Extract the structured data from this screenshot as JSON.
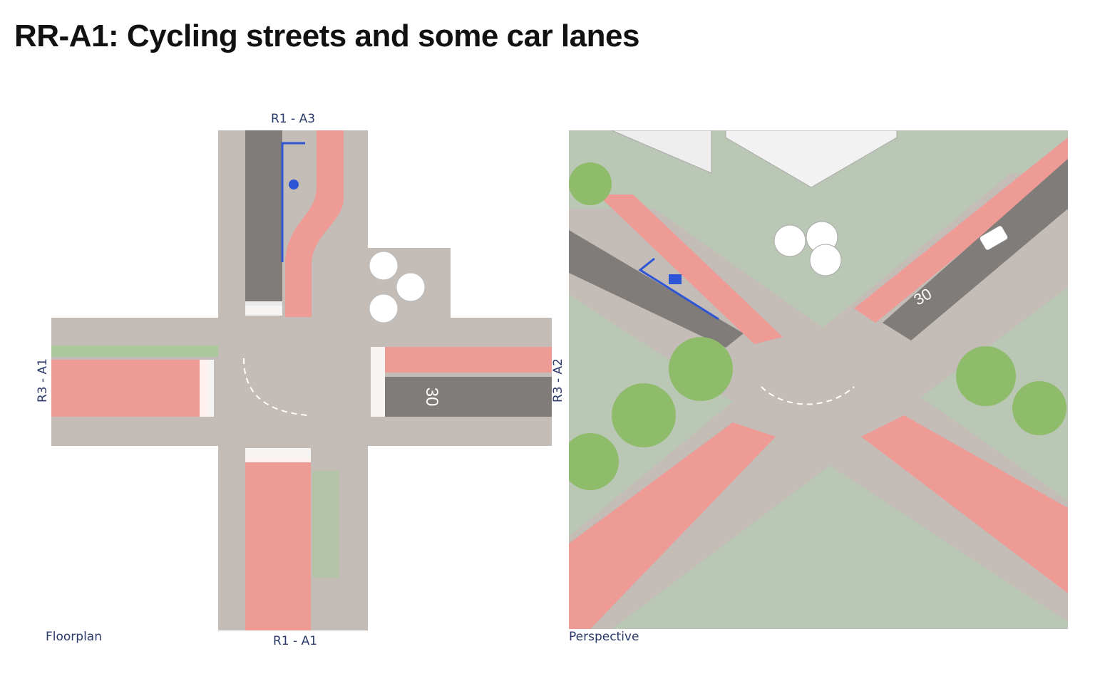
{
  "title": "RR-A1: Cycling streets and some car lanes",
  "floorplan": {
    "caption": "Floorplan",
    "label_top": "R1 - A3",
    "label_bottom": "R1 - A1",
    "label_left": "R3 - A1",
    "label_right": "R3 - A2",
    "speed_marking": "30"
  },
  "perspective": {
    "caption": "Perspective",
    "speed_marking": "30"
  },
  "colors": {
    "cycle_lane": "#ee9a95",
    "car_lane": "#7f7c79",
    "sidewalk": "#c4bcb6",
    "green": "#aac79e",
    "tree": "#8fbc6a",
    "sign_blue": "#2d55d6"
  }
}
